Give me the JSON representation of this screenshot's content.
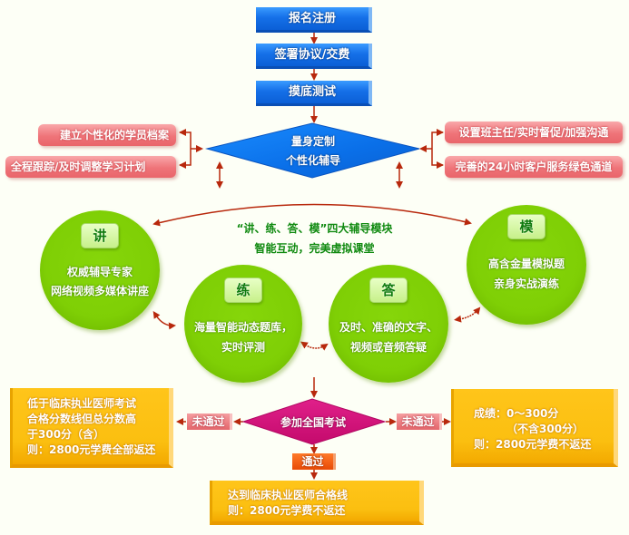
{
  "steps": [
    {
      "label": "报名注册"
    },
    {
      "label": "签署协议/交费"
    },
    {
      "label": "摸底测试"
    }
  ],
  "decision_main": {
    "line1": "量身定制",
    "line2": "个性化辅导"
  },
  "left_pills": [
    {
      "label": "建立个性化的学员档案"
    },
    {
      "label": "全程跟踪/及时调整学习计划"
    }
  ],
  "right_pills": [
    {
      "label": "设置班主任/实时督促/加强沟通"
    },
    {
      "label": "完善的24小时客户服务绿色通道"
    }
  ],
  "modules_title": {
    "line1": "“讲、练、答、模”四大辅导模块",
    "line2": "智能互动，完美虚拟课堂"
  },
  "modules": [
    {
      "key": "讲",
      "line1": "权威辅导专家",
      "line2": "网络视频多媒体讲座"
    },
    {
      "key": "练",
      "line1": "海量智能动态题库，",
      "line2": "实时评测"
    },
    {
      "key": "答",
      "line1": "及时、准确的文字、",
      "line2": "视频或音频答疑"
    },
    {
      "key": "模",
      "line1": "高含金量模拟题",
      "line2": "亲身实战演练"
    }
  ],
  "exam": {
    "label": "参加全国考试",
    "fail_label_left": "未通过",
    "fail_label_right": "未通过",
    "pass_label": "通过"
  },
  "outcome_left": {
    "lines": [
      "低于临床执业医师考试",
      "合格分数线但总分数高",
      "于300分（含）",
      "则：2800元学费全部返还"
    ]
  },
  "outcome_right": {
    "lines": [
      "成绩：0～300分",
      "（不含300分）",
      "则：2800元学费不返还"
    ]
  },
  "outcome_pass": {
    "lines": [
      "达到临床执业医师合格线",
      "则：2800元学费不返还"
    ]
  },
  "colors": {
    "background": "#fdfff6",
    "step_blue": "#1570e8",
    "pill_pink": "#ef7479",
    "circle_green": "#7fcf05",
    "outcome_orange": "#fbbf10",
    "exam_magenta": "#d6127e",
    "arrow_red": "#b8280c",
    "title_green": "#108a10"
  }
}
